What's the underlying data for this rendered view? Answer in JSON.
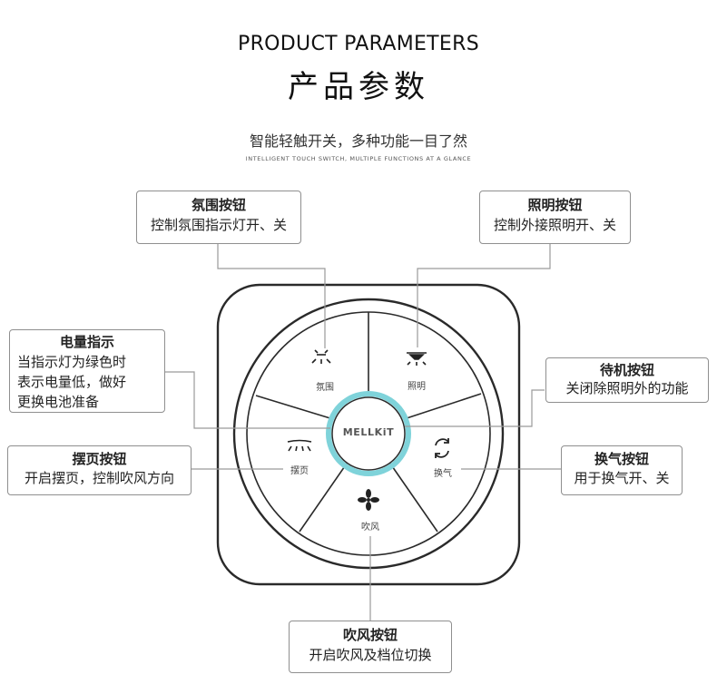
{
  "header": {
    "title_en": "PRODUCT PARAMETERS",
    "title_cn": "产品参数",
    "subtitle_cn": "智能轻触开关，多种功能一目了然",
    "subtitle_en": "INTELLIGENT TOUCH SWITCH, MULTIPLE FUNCTIONS AT A GLANCE"
  },
  "device": {
    "brand": "MELLKiT",
    "segments": [
      {
        "label": "氛围",
        "icon": "ambient-light-icon"
      },
      {
        "label": "照明",
        "icon": "ceiling-light-icon"
      },
      {
        "label": "换气",
        "icon": "ventilation-cycle-icon"
      },
      {
        "label": "吹风",
        "icon": "fan-icon"
      },
      {
        "label": "摆页",
        "icon": "swing-louver-icon"
      }
    ]
  },
  "callouts": {
    "ambient": {
      "title": "氛围按钮",
      "desc": "控制氛围指示灯开、关"
    },
    "lighting": {
      "title": "照明按钮",
      "desc": "控制外接照明开、关"
    },
    "battery": {
      "title": "电量指示",
      "desc": "当指示灯为绿色时\n表示电量低，做好\n更换电池准备"
    },
    "standby": {
      "title": "待机按钮",
      "desc": "关闭除照明外的功能"
    },
    "swing": {
      "title": "摆页按钮",
      "desc": "开启摆页，控制吹风方向"
    },
    "ventilation": {
      "title": "换气按钮",
      "desc": "用于换气开、关"
    },
    "blow": {
      "title": "吹风按钮",
      "desc": "开启吹风及档位切换"
    }
  }
}
